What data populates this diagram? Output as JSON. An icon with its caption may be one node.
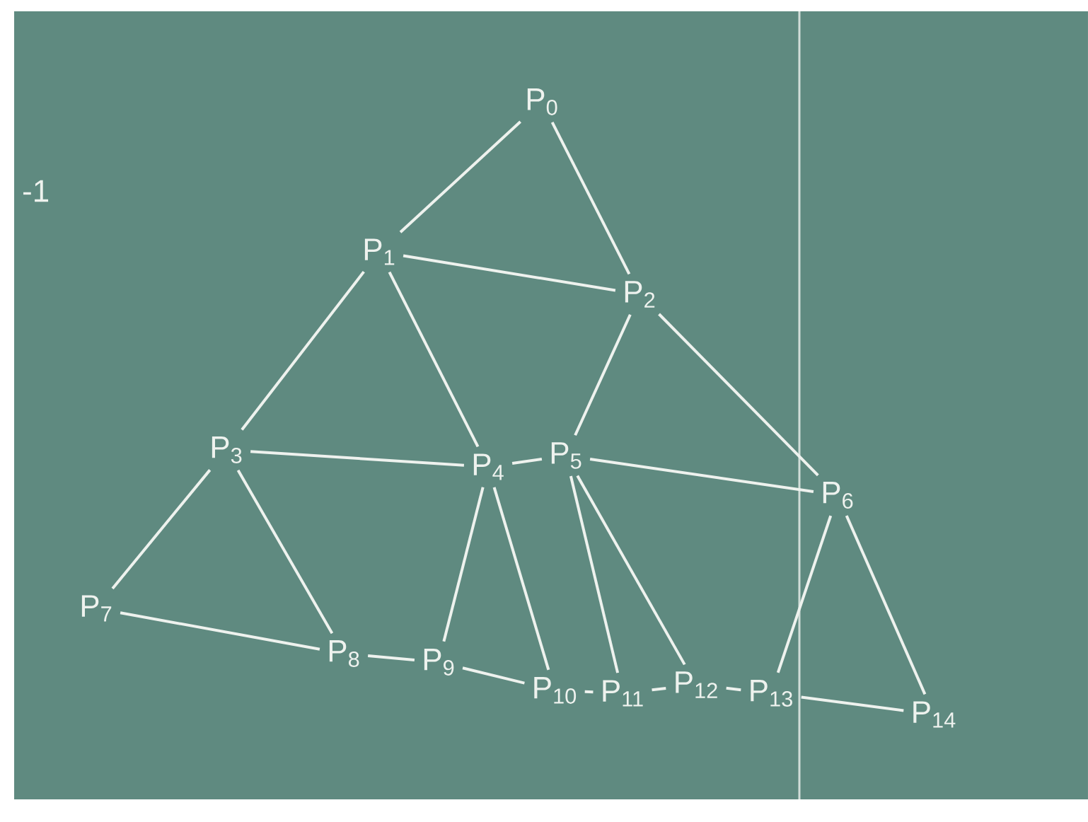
{
  "diagram": {
    "nodes": [
      {
        "text": [
          "P$_{0}$"
        ]
      },
      {
        "text": [
          "P$_{1}$"
        ]
      },
      {
        "text": [
          "P$_{2}$"
        ]
      },
      {
        "text": [
          "P$_{3}$"
        ]
      },
      {
        "text": [
          "P$_{4}$"
        ]
      },
      {
        "text": [
          "P$_{5}$"
        ]
      },
      {
        "text": [
          "P$_{6}$"
        ]
      },
      {
        "text": [
          "P$_{7}$"
        ]
      },
      {
        "text": [
          "P$_{8}$"
        ]
      },
      {
        "text": [
          "P$_{9}$"
        ]
      },
      {
        "text": [
          "P$_{10}$"
        ]
      },
      {
        "text": [
          "P$_{11}$"
        ]
      },
      {
        "text": [
          "P$_{12}$"
        ]
      },
      {
        "text": [
          "P$_{13}$"
        ]
      },
      {
        "text": [
          "P$_{14}$"
        ]
      }
    ],
    "edges": [
      {
        "from": 0,
        "to": 1,
        "arrow": "none"
      },
      {
        "from": 0,
        "to": 2,
        "arrow": "none"
      },
      {
        "from": 1,
        "to": 2,
        "arrow": "none"
      },
      {
        "from": 1,
        "to": 3,
        "arrow": "none"
      },
      {
        "from": 1,
        "to": 4,
        "arrow": "none"
      },
      {
        "from": 3,
        "to": 4,
        "arrow": "none"
      },
      {
        "from": 4,
        "to": 5,
        "arrow": "none"
      },
      {
        "from": 2,
        "to": 5,
        "arrow": "none"
      },
      {
        "from": 2,
        "to": 6,
        "arrow": "none"
      },
      {
        "from": 5,
        "to": 6,
        "arrow": "none"
      },
      {
        "from": 3,
        "to": 7,
        "arrow": "none"
      },
      {
        "from": 3,
        "to": 8,
        "arrow": "none"
      },
      {
        "from": 7,
        "to": 8,
        "arrow": "none"
      },
      {
        "from": 8,
        "to": 9,
        "arrow": "none"
      },
      {
        "from": 4,
        "to": 9,
        "arrow": "none"
      },
      {
        "from": 4,
        "to": 10,
        "arrow": "none"
      },
      {
        "from": 9,
        "to": 10,
        "arrow": "none"
      },
      {
        "from": 10,
        "to": 11,
        "arrow": "none"
      },
      {
        "from": 5,
        "to": 11,
        "arrow": "none"
      },
      {
        "from": 5,
        "to": 12,
        "arrow": "none"
      },
      {
        "from": 11,
        "to": 12,
        "arrow": "none"
      },
      {
        "from": 12,
        "to": 13,
        "arrow": "none"
      },
      {
        "from": 6,
        "to": 13,
        "arrow": "none"
      },
      {
        "from": 6,
        "to": 14,
        "arrow": "none"
      },
      {
        "from": 13,
        "to": 14,
        "arrow": "none"
      }
    ],
    "labels": [
      "-1"
    ]
  }
}
